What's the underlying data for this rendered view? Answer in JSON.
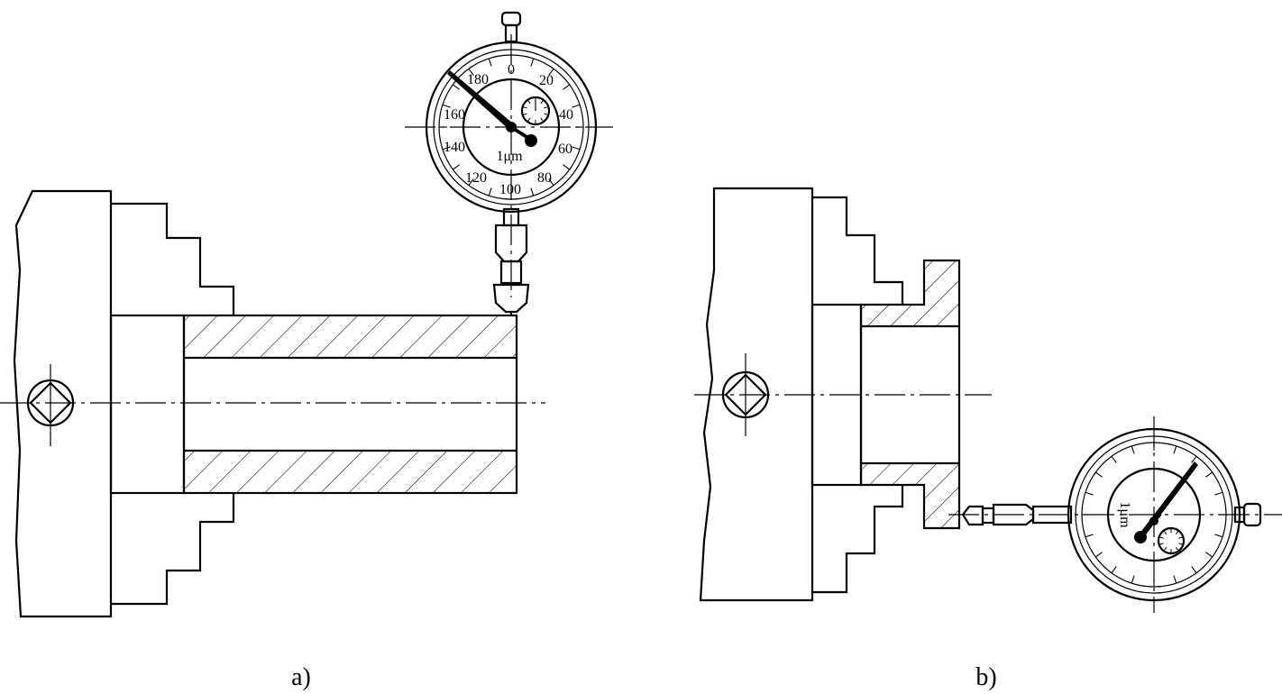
{
  "figure_a": {
    "caption": "a)",
    "dial": {
      "scale_labels": [
        "0",
        "20",
        "40",
        "60",
        "80",
        "100",
        "120",
        "140",
        "160",
        "180"
      ],
      "unit": "1μm"
    }
  },
  "figure_b": {
    "caption": "b)",
    "dial": {
      "unit": "1μm"
    }
  }
}
